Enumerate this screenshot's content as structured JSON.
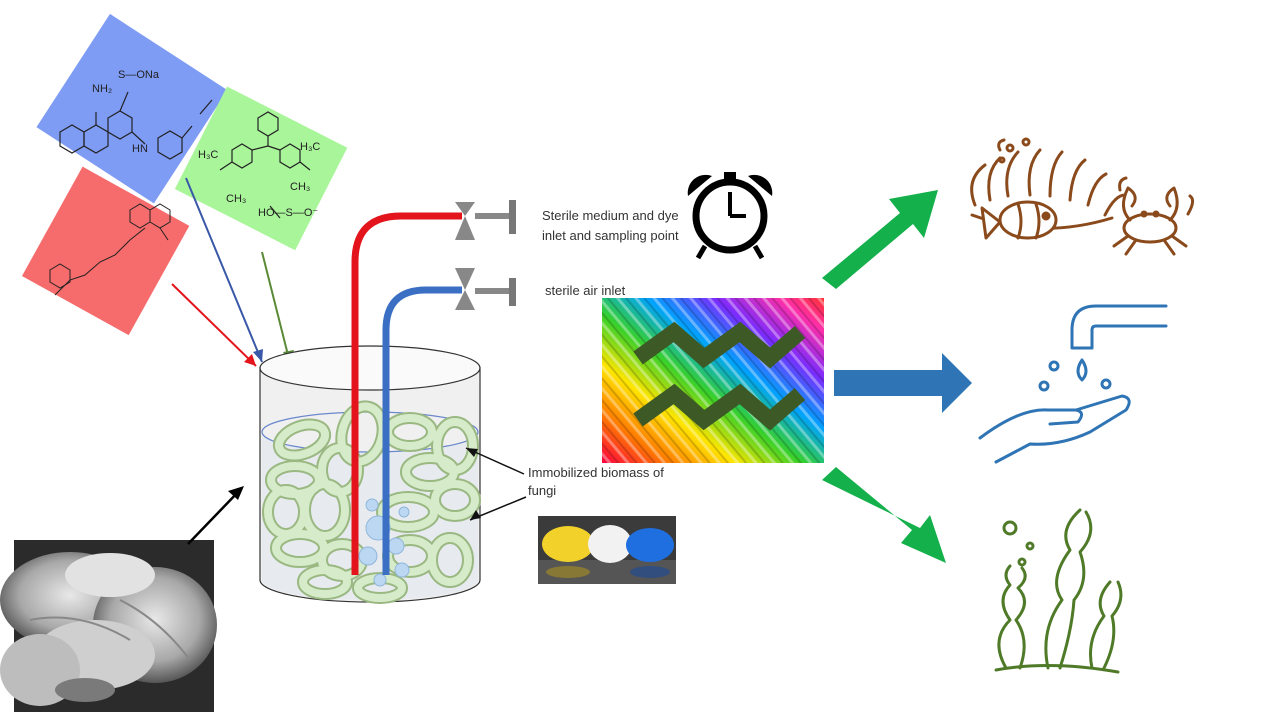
{
  "labels": {
    "medium_inlet_line1": "Sterile medium and dye",
    "medium_inlet_line2": "inlet and sampling point",
    "air_inlet": "sterile air inlet",
    "biomass_line1": "Immobilized biomass of",
    "biomass_line2": "fungi"
  },
  "chem": {
    "blue_nh2": "NH₂",
    "blue_so3na": "S—ONa",
    "blue_hn": "HN",
    "green_h3c_1": "H₃C",
    "green_ch3_1": "CH₃",
    "green_h3c_2": "H₃C",
    "green_ch3_2": "CH₃",
    "green_hoso": "HO—S—O⁻"
  },
  "icons": {
    "timer": "alarm-clock-icon",
    "marine_life": "fish-crab-coral-icon",
    "clean_water": "tap-water-hand-icon",
    "aquatic_plants": "seaweed-icon"
  },
  "colors": {
    "card_blue": "#7f9cf5",
    "card_green": "#a9f59a",
    "card_red": "#f66b6b",
    "inlet_red": "#e3141c",
    "inlet_blue": "#3b6fc4",
    "ring_green": "#d6ebc9",
    "arrow_green": "#14b04b",
    "arrow_blue": "#2f75b5",
    "marine_brown": "#8a4a1c",
    "water_blue": "#2f75b5",
    "plant_green": "#4f7a28"
  }
}
